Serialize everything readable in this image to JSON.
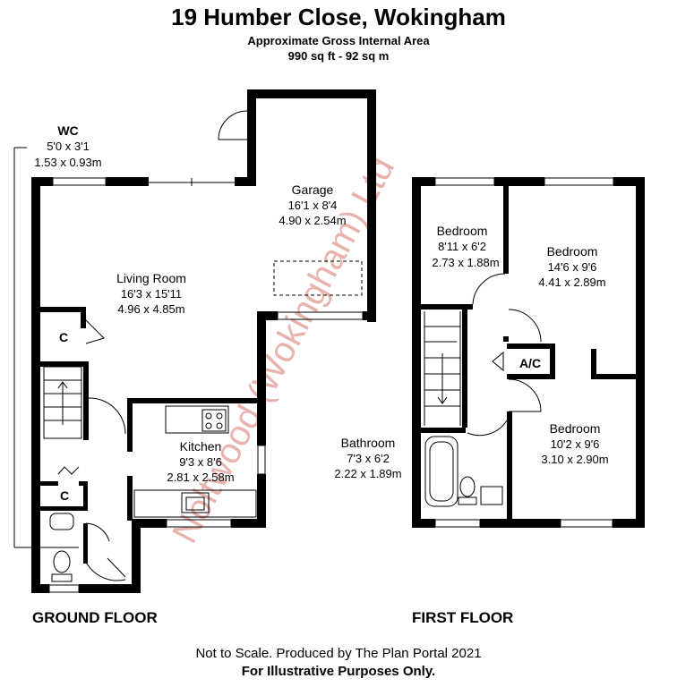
{
  "header": {
    "title": "19 Humber Close, Wokingham",
    "area_label": "Approximate Gross Internal Area",
    "area_value": "990 sq ft - 92 sq m"
  },
  "watermark": "Noltwood (Wokingham) Ltd",
  "ground_floor": {
    "label": "GROUND FLOOR",
    "rooms": {
      "wc": {
        "name": "WC",
        "imperial": "5'0 x 3'1",
        "metric": "1.53 x 0.93m"
      },
      "garage": {
        "name": "Garage",
        "imperial": "16'1 x 8'4",
        "metric": "4.90 x 2.54m"
      },
      "living": {
        "name": "Living Room",
        "imperial": "16'3 x 15'11",
        "metric": "4.96 x 4.85m"
      },
      "kitchen": {
        "name": "Kitchen",
        "imperial": "9'3 x 8'6",
        "metric": "2.81 x 2.58m"
      },
      "cupboard1": {
        "name": "C"
      },
      "cupboard2": {
        "name": "C"
      }
    }
  },
  "first_floor": {
    "label": "FIRST FLOOR",
    "rooms": {
      "bed1": {
        "name": "Bedroom",
        "imperial": "8'11 x 6'2",
        "metric": "2.73 x 1.88m"
      },
      "bed2": {
        "name": "Bedroom",
        "imperial": "14'6 x 9'6",
        "metric": "4.41 x 2.89m"
      },
      "bed3": {
        "name": "Bedroom",
        "imperial": "10'2 x 9'6",
        "metric": "3.10 x 2.90m"
      },
      "bath": {
        "name": "Bathroom",
        "imperial": "7'3 x 6'2",
        "metric": "2.22 x 1.89m"
      },
      "ac": {
        "name": "A/C"
      }
    }
  },
  "footer": {
    "line1": "Not to Scale. Produced by The Plan Portal 2021",
    "line2": "For Illustrative Purposes Only."
  }
}
